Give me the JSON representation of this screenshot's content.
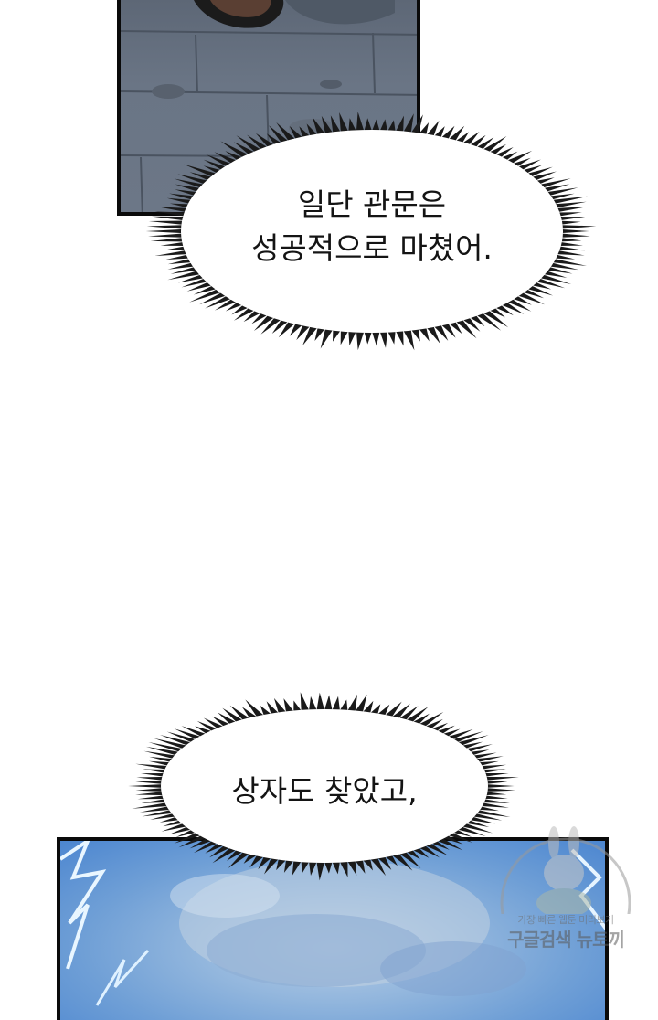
{
  "bubbles": [
    {
      "text": "일단 관문은\n성공적으로 마쳤어."
    },
    {
      "text": "상자도 찾았고,"
    }
  ],
  "watermark": {
    "line1": "가장 빠른 웹툰 미리보기",
    "line2": "구글검색 뉴토끼"
  },
  "colors": {
    "ink": "#141414",
    "panel_border": "#0a0a0a",
    "top_panel": "#6a7585",
    "bottom_panel": "#6f9fd6"
  }
}
